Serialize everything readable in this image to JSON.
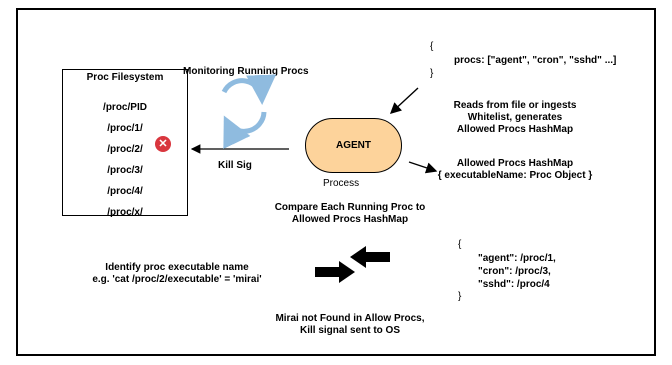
{
  "filesystem": {
    "title": "Proc Filesystem",
    "items": [
      "/proc/PID",
      "/proc/1/",
      "/proc/2/",
      "/proc/3/",
      "/proc/4/",
      "/proc/x/"
    ]
  },
  "monitoring_label": "Monitoring Running Procs",
  "kill_sig_label": "Kill Sig",
  "agent": {
    "label": "AGENT",
    "caption": "Process"
  },
  "procs_json": {
    "open": "{",
    "line": "procs: [\"agent\", \"cron\", \"sshd\" ...]",
    "close": "}"
  },
  "reads_text": [
    "Reads from file or ingests",
    "Whitelist, generates",
    "Allowed Procs HashMap"
  ],
  "hashmap_text": [
    "Allowed Procs HashMap",
    "{ executableName: Proc Object }"
  ],
  "compare_text": [
    "Compare Each Running Proc to",
    "Allowed Procs HashMap"
  ],
  "identify_text": [
    "Identify proc executable name",
    "e.g. 'cat /proc/2/executable' = 'mirai'"
  ],
  "mirai_text": [
    "Mirai not Found in Allow Procs,",
    "Kill signal sent to OS"
  ],
  "map_example": {
    "open": "{",
    "lines": [
      "\"agent\": /proc/1,",
      "\"cron\": /proc/3,",
      "\"sshd\": /proc/4"
    ],
    "close": "}"
  },
  "colors": {
    "agent_fill": "#fdd39b",
    "cycle_arrows": "#8fbbdf",
    "error_badge": "#d9363e"
  },
  "icons": {
    "cycle": "refresh-cycle-icon",
    "error": "error-x-icon",
    "compare": "opposing-arrows-icon"
  }
}
